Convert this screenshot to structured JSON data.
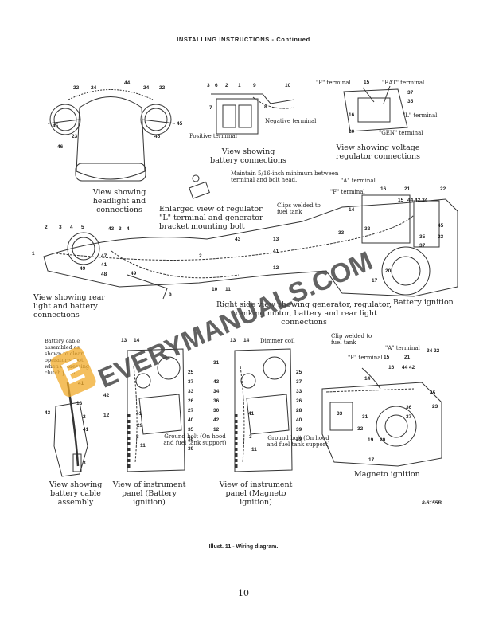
{
  "header": {
    "title": "INSTALLING INSTRUCTIONS - Continued"
  },
  "captions": {
    "headlight": "View showing headlight and connections",
    "battery": "View showing battery connections",
    "regulator": "View showing voltage regulator connections",
    "maintain": "Maintain 5/16-inch minimum between terminal and bolt head.",
    "enlarged": "Enlarged view of regulator \"L\" terminal and generator bracket mounting bolt",
    "rear_light": "View showing rear light and battery connections",
    "right_side": "Right side view showing generator, regulator, cranking motor, battery and rear light connections",
    "battery_ignition": "Battery ignition",
    "battery_cable": "View showing battery cable assembly",
    "panel_battery": "View of instrument panel (Battery ignition)",
    "panel_magneto": "View of instrument panel (Magneto ignition)",
    "magneto_ignition": "Magneto ignition"
  },
  "callouts": {
    "negative_terminal": "Negative terminal",
    "positive_terminal": "Positive terminal",
    "f_terminal": "\"F\" terminal",
    "bat_terminal": "\"BAT\" terminal",
    "l_terminal": "\"L\" terminal",
    "gen_terminal": "\"GEN\" terminal",
    "a_terminal": "\"A\" terminal",
    "clips_welded": "Clips welded to fuel tank",
    "clip_welded": "Clip welded to fuel tank",
    "battery_cable_note": "Battery cable assembled as shown to clear operator's foot when depressing clutch pedal",
    "ground_bolt": "Ground bolt (On hood and fuel tank support)",
    "dimmer_coil": "Dimmer coil"
  },
  "figure": {
    "illustration": "Illust. 11 - Wiring diagram.",
    "code": "8-6155B"
  },
  "page_number": "10",
  "watermark": {
    "text": "EVERYMANUALS.COM",
    "badge": "E"
  }
}
